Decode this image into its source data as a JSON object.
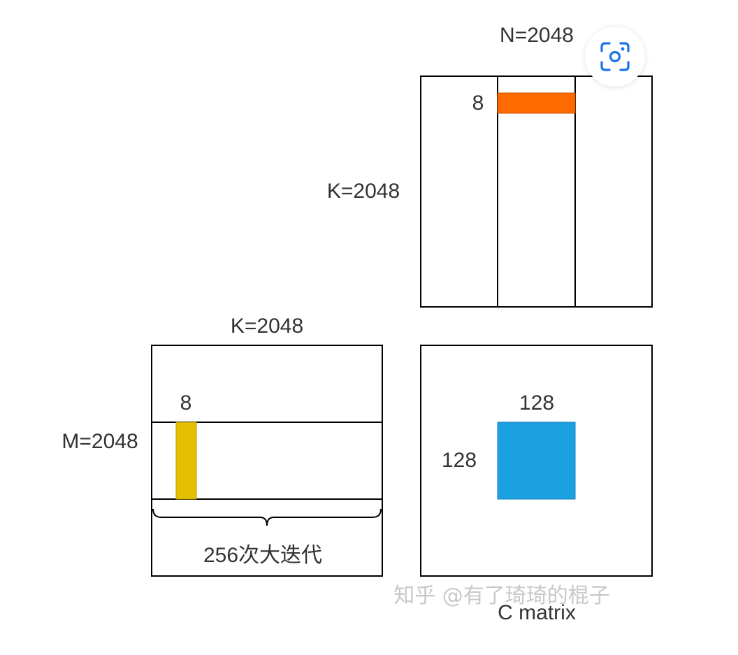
{
  "matrix_b": {
    "width_label": "N=2048",
    "height_label": "K=2048",
    "slice_label": "8"
  },
  "matrix_a": {
    "width_label": "K=2048",
    "height_label": "M=2048",
    "slice_label": "8",
    "iteration_label": "256次大迭代"
  },
  "matrix_c": {
    "tile_width_label": "128",
    "tile_height_label": "128",
    "caption": "C matrix"
  },
  "watermark": "知乎 @有了琦琦的棍子",
  "colors": {
    "b_slice": "#ff6a00",
    "a_slice": "#e3c000",
    "c_tile": "#1ba1e2",
    "lens_icon": "#1a73e8"
  },
  "icons": {
    "lens": "image-search-icon"
  }
}
